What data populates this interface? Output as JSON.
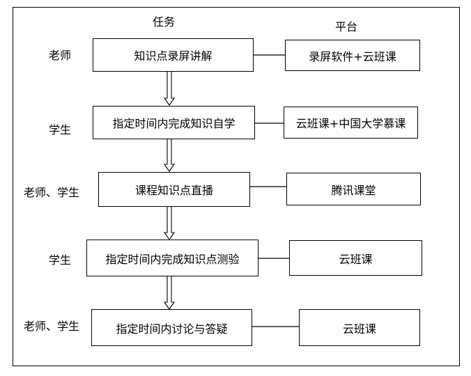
{
  "headers": {
    "task": "任务",
    "platform": "平台"
  },
  "steps": [
    {
      "role": "老师",
      "task": "知识点录屏讲解",
      "platform": "录屏软件+云班课"
    },
    {
      "role": "学生",
      "task": "指定时间内完成知识自学",
      "platform": "云班课+中国大学慕课"
    },
    {
      "role": "老师、学生",
      "task": "课程知识点直播",
      "platform": "腾讯课堂"
    },
    {
      "role": "学生",
      "task": "指定时间内完成知识点测验",
      "platform": "云班课"
    },
    {
      "role": "老师、学生",
      "task": "指定时间内讨论与答疑",
      "platform": "云班课"
    }
  ]
}
